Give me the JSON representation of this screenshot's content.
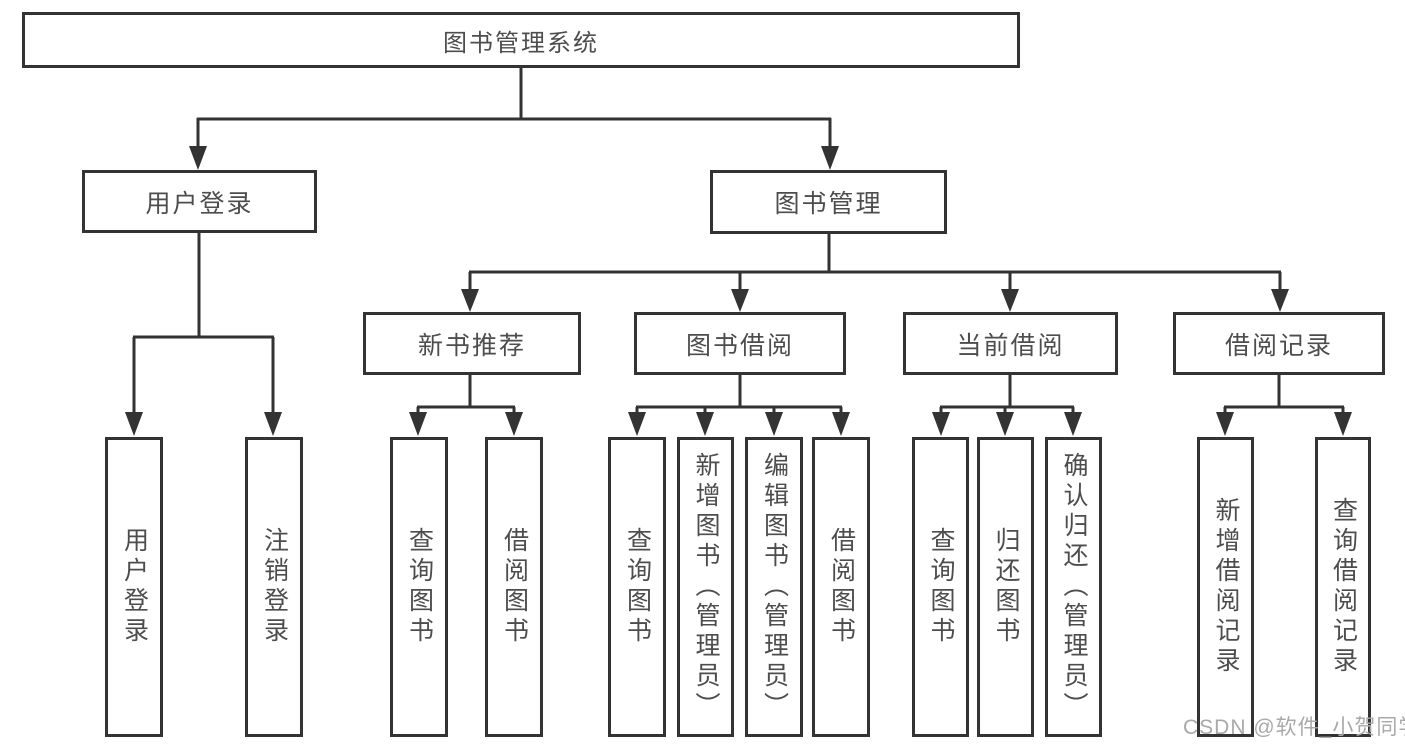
{
  "diagram": {
    "root": {
      "label": "图书管理系统"
    },
    "branches": [
      {
        "label": "用户登录",
        "children": [
          {
            "label": "用户登录"
          },
          {
            "label": "注销登录"
          }
        ]
      },
      {
        "label": "图书管理",
        "children": [
          {
            "label": "新书推荐",
            "children": [
              {
                "label": "查询图书"
              },
              {
                "label": "借阅图书"
              }
            ]
          },
          {
            "label": "图书借阅",
            "children": [
              {
                "label": "查询图书"
              },
              {
                "label": "新增图书（管理员）"
              },
              {
                "label": "编辑图书（管理员）"
              },
              {
                "label": "借阅图书"
              }
            ]
          },
          {
            "label": "当前借阅",
            "children": [
              {
                "label": "查询图书"
              },
              {
                "label": "归还图书"
              },
              {
                "label": "确认归还（管理员）"
              }
            ]
          },
          {
            "label": "借阅记录",
            "children": [
              {
                "label": "新增借阅记录"
              },
              {
                "label": "查询借阅记录"
              }
            ]
          }
        ]
      }
    ]
  },
  "watermark": "CSDN @软件_小贺同学",
  "colors": {
    "line": "#333333",
    "text": "#4d4d4d",
    "watermark": "#a9a9a9",
    "bg": "#ffffff"
  }
}
